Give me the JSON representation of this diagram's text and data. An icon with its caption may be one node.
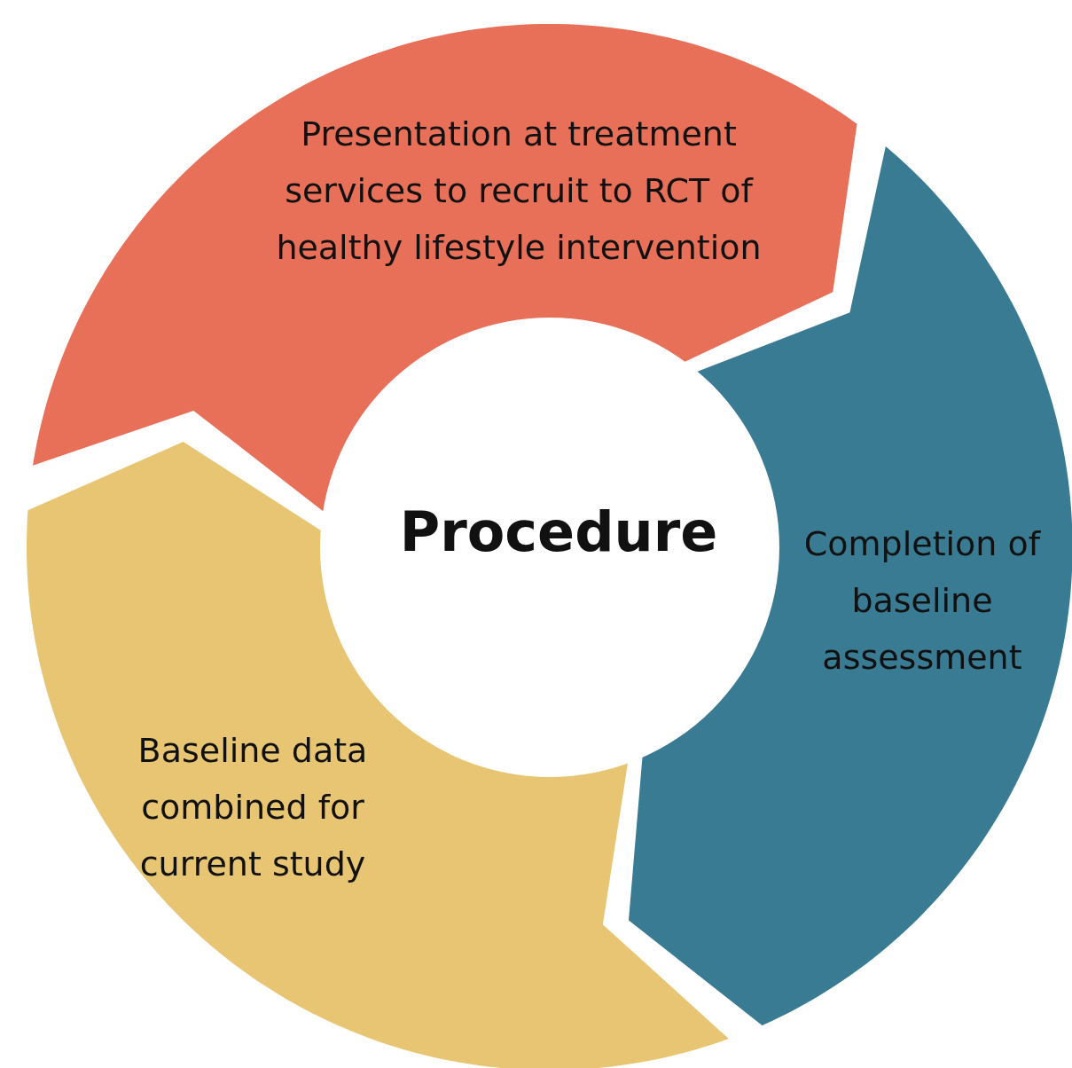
{
  "diagram": {
    "nodes": [
      {
        "text": [
          "Presentation at treatment services to recruit to RCT of healthy lifestyle intervention"
        ]
      },
      {
        "text": [
          "Procedure"
        ]
      },
      {
        "text": [
          "Completion of baseline assessment"
        ]
      },
      {
        "text": [
          "Baseline data combined for current study"
        ]
      }
    ]
  }
}
